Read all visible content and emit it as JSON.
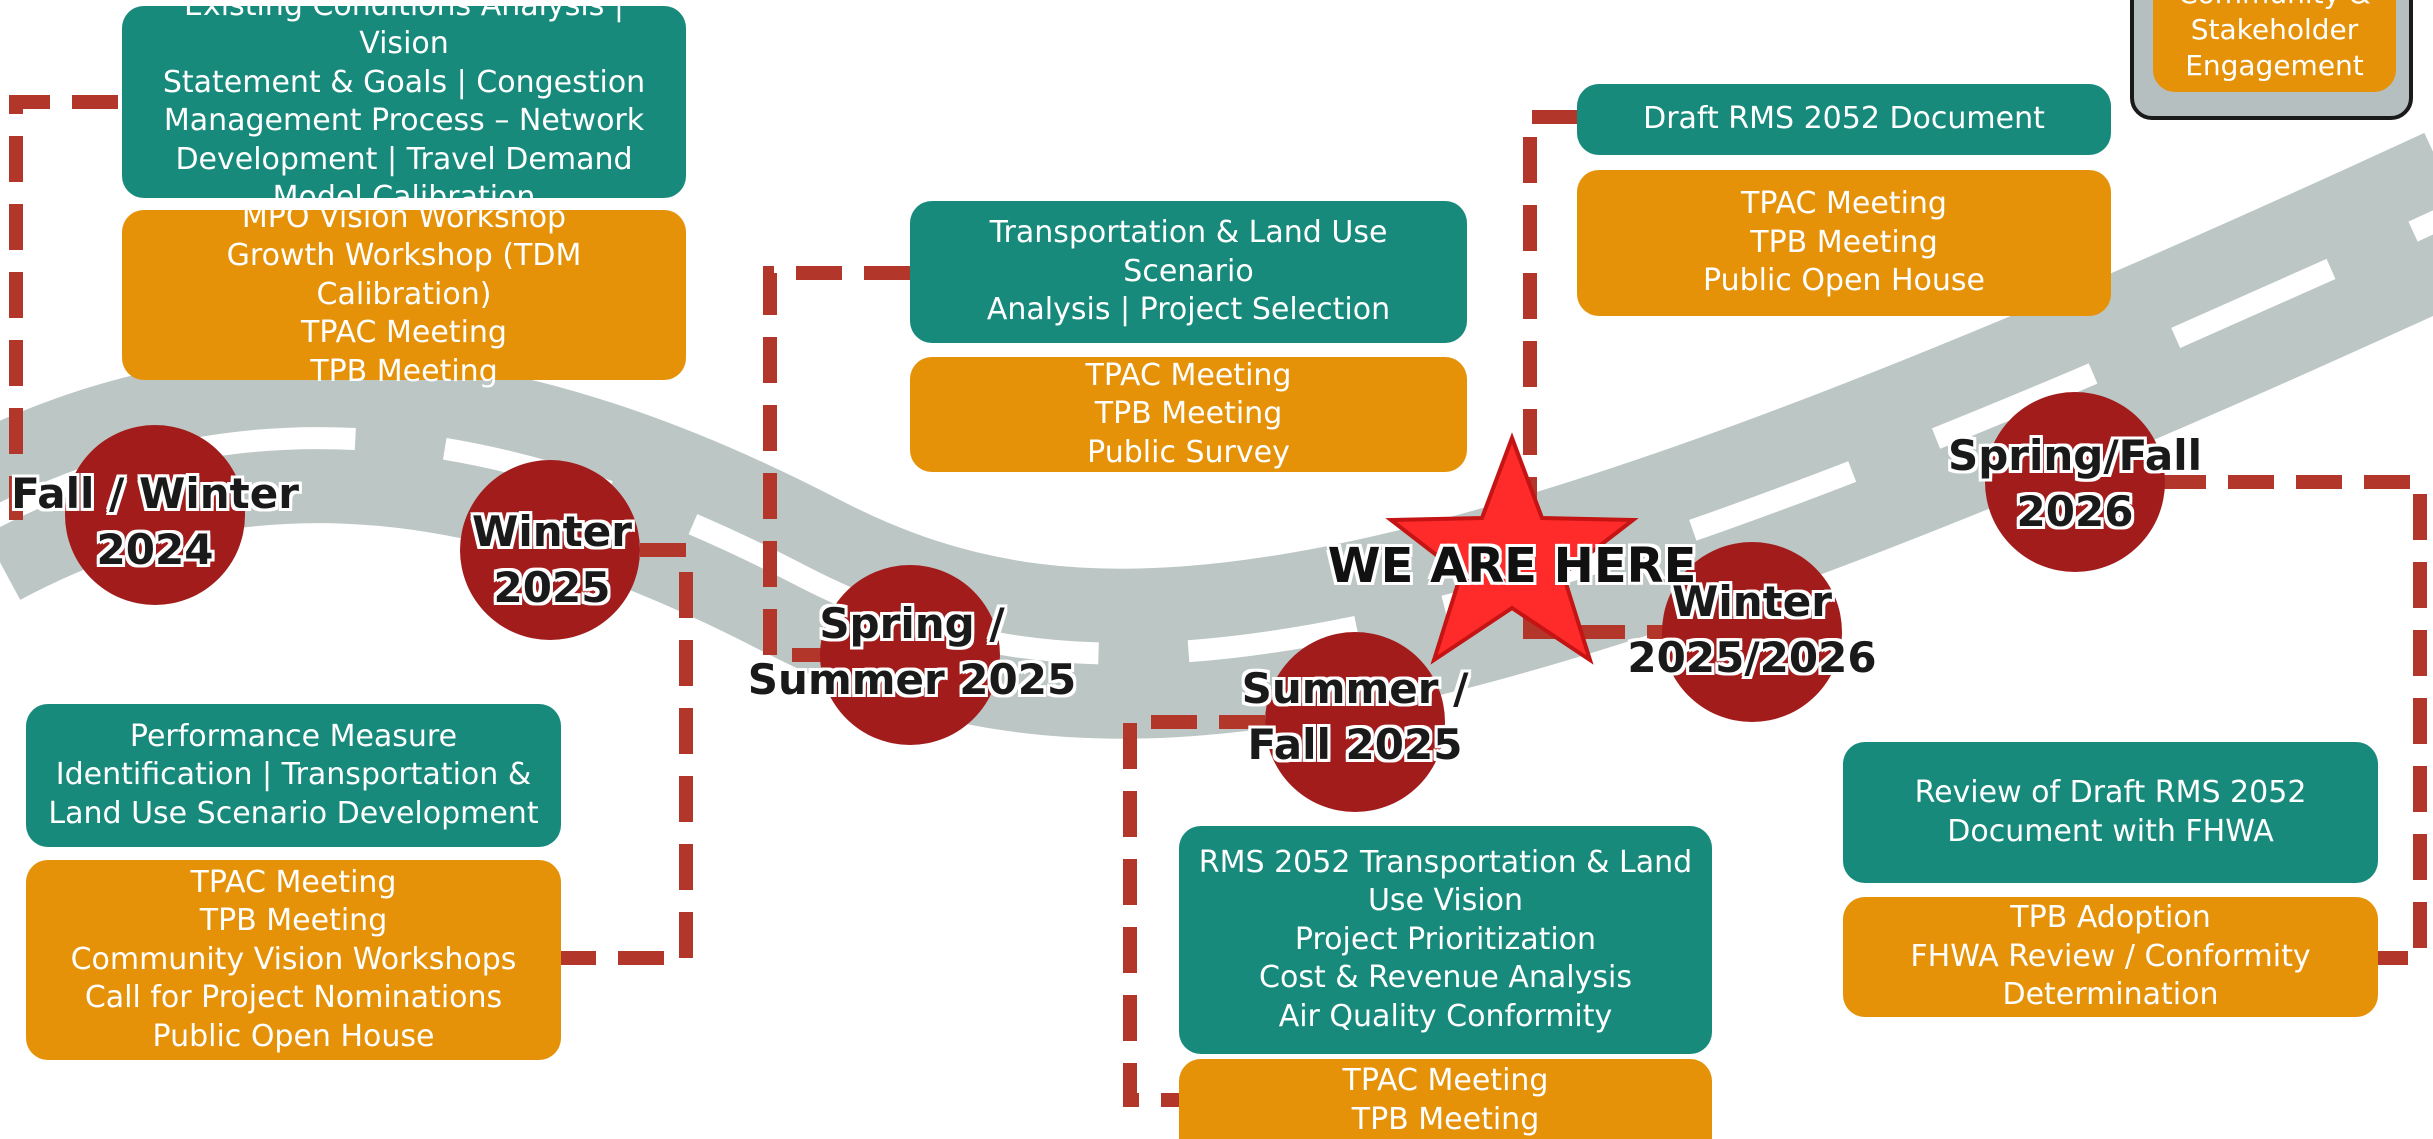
{
  "colors": {
    "teal": "#178A7C",
    "orange": "#E59208",
    "milestone": "#A21C1C",
    "road": "#BCC6C5",
    "connector": "#B2372A",
    "star": "#FF2A2A"
  },
  "phases": [
    {
      "lines": [
        "Fall  / Winter",
        "2024"
      ]
    },
    {
      "lines": [
        "Winter",
        "2025"
      ]
    },
    {
      "lines": [
        "Spring /",
        "Summer 2025"
      ]
    },
    {
      "lines": [
        "Summer /",
        "Fall 2025"
      ]
    },
    {
      "lines": [
        "Winter",
        "2025/2026"
      ]
    },
    {
      "lines": [
        "Spring/Fall",
        "2026"
      ]
    }
  ],
  "marker": {
    "label": "WE ARE HERE",
    "icon": "star-icon"
  },
  "legend": {
    "lines": [
      "Community &",
      "Stakeholder",
      "Engagement"
    ]
  },
  "boxes": {
    "fall_winter_2024_tasks": [
      "Existing Conditions Analysis | Vision",
      "Statement & Goals | Congestion",
      "Management Process – Network",
      "Development | Travel Demand",
      "Model Calibration"
    ],
    "fall_winter_2024_engagement": [
      "MPO Vision Workshop",
      "Growth Workshop (TDM Calibration)",
      "TPAC Meeting",
      "TPB Meeting"
    ],
    "winter_2025_tasks": [
      "Performance Measure",
      "Identification  | Transportation &",
      "Land Use Scenario Development"
    ],
    "winter_2025_engagement": [
      "TPAC Meeting",
      "TPB Meeting",
      "Community Vision Workshops",
      "Call for Project Nominations",
      "Public Open House"
    ],
    "spring_summer_2025_tasks": [
      "Transportation & Land Use Scenario",
      "Analysis | Project Selection"
    ],
    "spring_summer_2025_engagement": [
      "TPAC Meeting",
      "TPB Meeting",
      "Public Survey"
    ],
    "summer_fall_2025_tasks": [
      "RMS 2052 Transportation & Land",
      "Use Vision",
      "Project Prioritization",
      "Cost & Revenue Analysis",
      "Air Quality Conformity"
    ],
    "summer_fall_2025_engagement": [
      "TPAC Meeting",
      "TPB Meeting"
    ],
    "winter_2025_2026_tasks": [
      "Draft RMS 2052 Document"
    ],
    "winter_2025_2026_engagement": [
      "TPAC Meeting",
      "TPB Meeting",
      "Public Open House"
    ],
    "spring_fall_2026_tasks": [
      "Review of Draft RMS 2052",
      "Document with FHWA"
    ],
    "spring_fall_2026_engagement": [
      "TPB Adoption",
      "FHWA Review / Conformity",
      "Determination"
    ]
  }
}
